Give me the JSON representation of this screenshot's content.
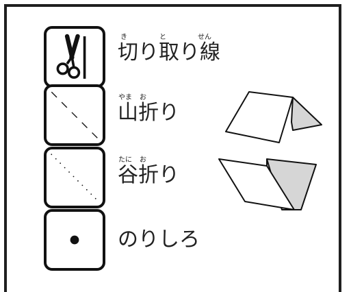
{
  "legend": {
    "cut_line": {
      "label": "切り取り線",
      "ruby": [
        "き",
        "と",
        "せん"
      ],
      "icon": "scissors-icon"
    },
    "mountain_fold": {
      "label": "山折り",
      "ruby": [
        "やま",
        "お"
      ],
      "icon": "dash-line-icon"
    },
    "valley_fold": {
      "label": "谷折り",
      "ruby": [
        "たに",
        "お"
      ],
      "icon": "dot-line-icon"
    },
    "glue_area": {
      "label": "のりしろ",
      "icon": "dot-icon"
    }
  },
  "colors": {
    "border": "#1f1f1f",
    "fold_shade": "#d6d6d6"
  }
}
